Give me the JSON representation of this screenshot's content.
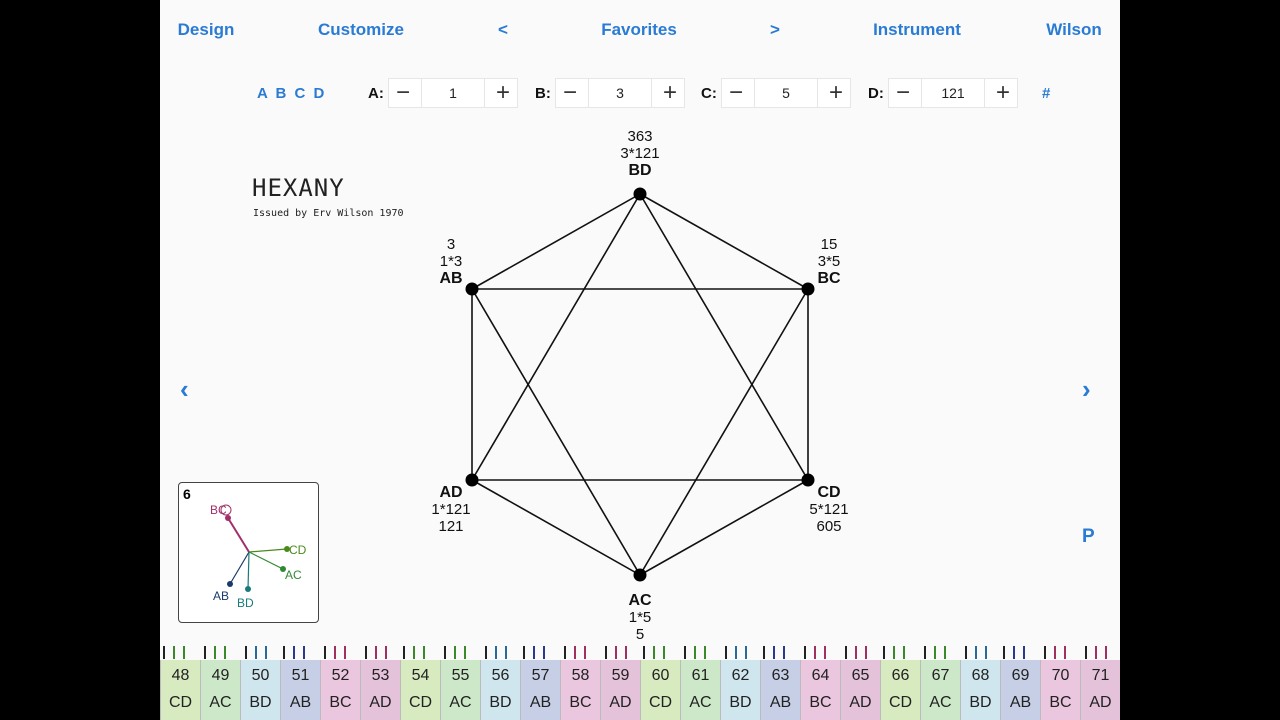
{
  "nav": {
    "design": "Design",
    "customize": "Customize",
    "prev": "<",
    "favorites": "Favorites",
    "next": ">",
    "instrument": "Instrument",
    "wilson": "Wilson"
  },
  "controls": {
    "abcd": "A B C D",
    "hash": "#",
    "steppers": [
      {
        "label": "A:",
        "value": "1"
      },
      {
        "label": "B:",
        "value": "3"
      },
      {
        "label": "C:",
        "value": "5"
      },
      {
        "label": "D:",
        "value": "121"
      }
    ],
    "minus": "−",
    "plus": "+"
  },
  "diagram": {
    "title": "HEXANY",
    "subtitle": "Issued by Erv Wilson 1970",
    "nodes": {
      "BD": {
        "code": "BD",
        "product": "3*121",
        "value": "363"
      },
      "AB": {
        "code": "AB",
        "product": "1*3",
        "value": "3"
      },
      "BC": {
        "code": "BC",
        "product": "3*5",
        "value": "15"
      },
      "AD": {
        "code": "AD",
        "product": "1*121",
        "value": "121"
      },
      "CD": {
        "code": "CD",
        "product": "5*121",
        "value": "605"
      },
      "AC": {
        "code": "AC",
        "product": "1*5",
        "value": "5"
      }
    }
  },
  "side": {
    "left_arrow": "‹",
    "right_arrow": "›",
    "p": "P"
  },
  "mini_panel": {
    "number": "6",
    "labels": {
      "BC": "BC",
      "CD": "CD",
      "AC": "AC",
      "AB": "AB",
      "BD": "BD"
    },
    "colors": {
      "BC": "#a0306a",
      "CD": "#4a8a1a",
      "AC": "#2f8a2f",
      "AB": "#1a3a6a",
      "BD": "#1a7a7a"
    }
  },
  "keyboard": {
    "colors": {
      "CD": "#d8eac0",
      "AC": "#cde8c8",
      "BD": "#cfe6ee",
      "AB": "#c6cfe6",
      "BC": "#ebc6df",
      "AD": "#e4c2da"
    },
    "keys": [
      {
        "n": "48",
        "c": "CD"
      },
      {
        "n": "49",
        "c": "AC"
      },
      {
        "n": "50",
        "c": "BD"
      },
      {
        "n": "51",
        "c": "AB"
      },
      {
        "n": "52",
        "c": "BC"
      },
      {
        "n": "53",
        "c": "AD"
      },
      {
        "n": "54",
        "c": "CD"
      },
      {
        "n": "55",
        "c": "AC"
      },
      {
        "n": "56",
        "c": "BD"
      },
      {
        "n": "57",
        "c": "AB"
      },
      {
        "n": "58",
        "c": "BC"
      },
      {
        "n": "59",
        "c": "AD"
      },
      {
        "n": "60",
        "c": "CD"
      },
      {
        "n": "61",
        "c": "AC"
      },
      {
        "n": "62",
        "c": "BD"
      },
      {
        "n": "63",
        "c": "AB"
      },
      {
        "n": "64",
        "c": "BC"
      },
      {
        "n": "65",
        "c": "AD"
      },
      {
        "n": "66",
        "c": "CD"
      },
      {
        "n": "67",
        "c": "AC"
      },
      {
        "n": "68",
        "c": "BD"
      },
      {
        "n": "69",
        "c": "AB"
      },
      {
        "n": "70",
        "c": "BC"
      },
      {
        "n": "71",
        "c": "AD"
      }
    ]
  }
}
